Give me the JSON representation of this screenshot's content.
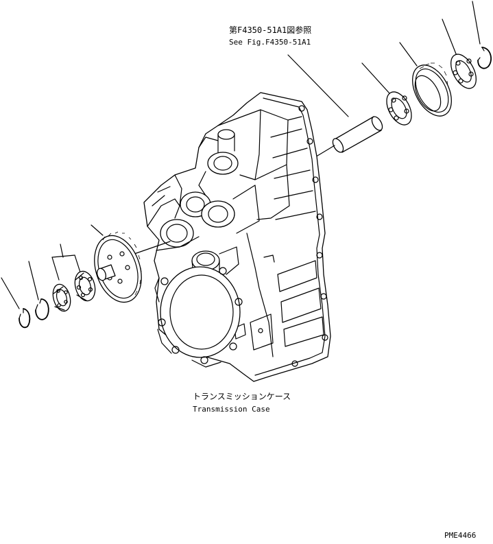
{
  "reference_note": {
    "japanese": "第F4350-51A1図参照",
    "english": "See Fig.F4350-51A1"
  },
  "case_label": {
    "japanese": "トランスミッションケース",
    "english": "Transmission Case"
  },
  "drawing_code": "PME4466"
}
